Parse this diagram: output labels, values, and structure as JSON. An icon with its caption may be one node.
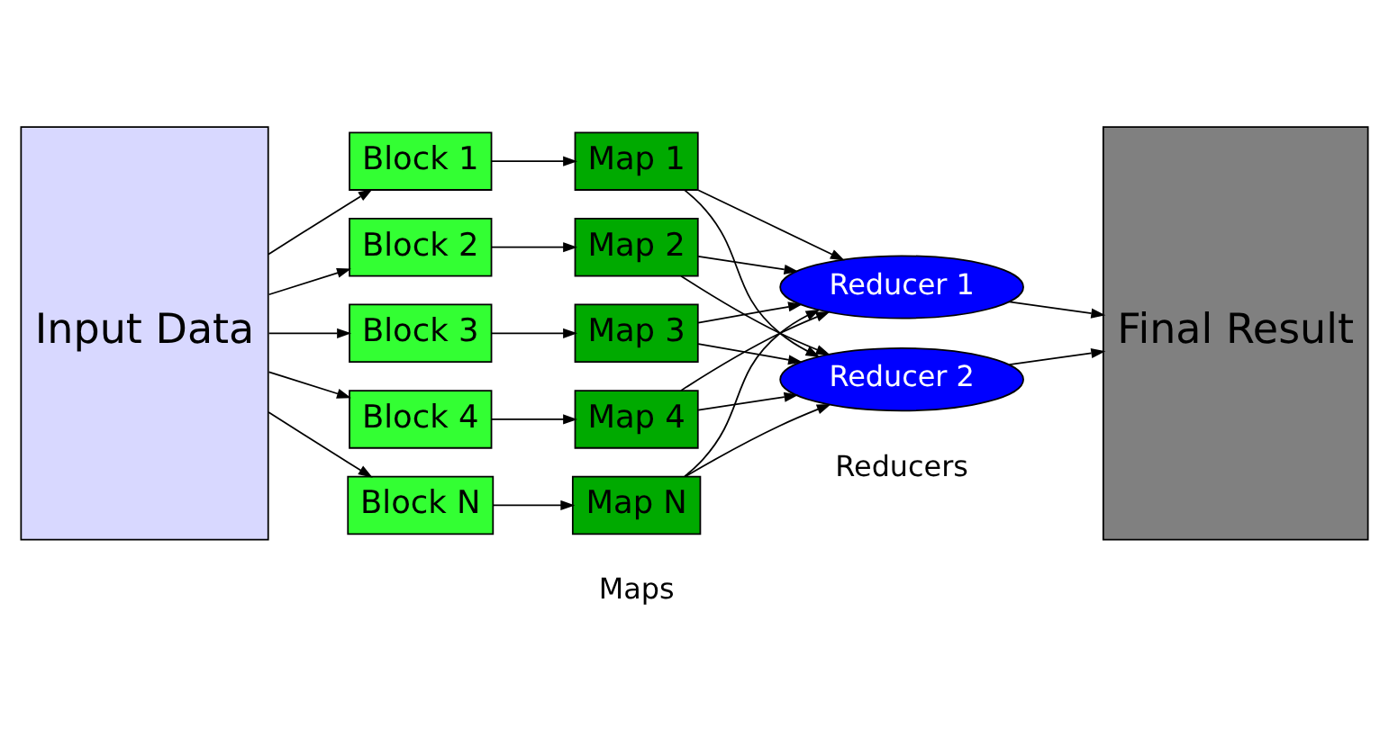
{
  "diagram": {
    "nodes": [
      {
        "text": [
          "Input Data"
        ]
      },
      {
        "text": [
          "Block 1"
        ]
      },
      {
        "text": [
          "Block 2"
        ]
      },
      {
        "text": [
          "Block 3"
        ]
      },
      {
        "text": [
          "Block 4"
        ]
      },
      {
        "text": [
          "Block N"
        ]
      },
      {
        "text": [
          "Map 1"
        ]
      },
      {
        "text": [
          "Map 2"
        ]
      },
      {
        "text": [
          "Map 3"
        ]
      },
      {
        "text": [
          "Map 4"
        ]
      },
      {
        "text": [
          "Map N"
        ]
      },
      {
        "text": [
          "Reducer 1"
        ]
      },
      {
        "text": [
          "Reducer 2"
        ]
      },
      {
        "text": [
          "Final Result"
        ]
      }
    ],
    "edges": [
      {
        "from": 0,
        "to": 1,
        "arrow": "to"
      },
      {
        "from": 0,
        "to": 2,
        "arrow": "to"
      },
      {
        "from": 0,
        "to": 3,
        "arrow": "to"
      },
      {
        "from": 0,
        "to": 4,
        "arrow": "to"
      },
      {
        "from": 0,
        "to": 5,
        "arrow": "to"
      },
      {
        "from": 1,
        "to": 6,
        "arrow": "to"
      },
      {
        "from": 2,
        "to": 7,
        "arrow": "to"
      },
      {
        "from": 3,
        "to": 8,
        "arrow": "to"
      },
      {
        "from": 4,
        "to": 9,
        "arrow": "to"
      },
      {
        "from": 5,
        "to": 10,
        "arrow": "to"
      },
      {
        "from": 6,
        "to": 11,
        "arrow": "to"
      },
      {
        "from": 6,
        "to": 12,
        "arrow": "to"
      },
      {
        "from": 7,
        "to": 11,
        "arrow": "to"
      },
      {
        "from": 7,
        "to": 12,
        "arrow": "to"
      },
      {
        "from": 8,
        "to": 11,
        "arrow": "to"
      },
      {
        "from": 8,
        "to": 12,
        "arrow": "to"
      },
      {
        "from": 9,
        "to": 11,
        "arrow": "to"
      },
      {
        "from": 9,
        "to": 12,
        "arrow": "to"
      },
      {
        "from": 10,
        "to": 11,
        "arrow": "to"
      },
      {
        "from": 10,
        "to": 12,
        "arrow": "to"
      },
      {
        "from": 11,
        "to": 13,
        "arrow": "to"
      },
      {
        "from": 12,
        "to": 13,
        "arrow": "to"
      }
    ],
    "labels": [
      "Maps",
      "Reducers"
    ]
  }
}
